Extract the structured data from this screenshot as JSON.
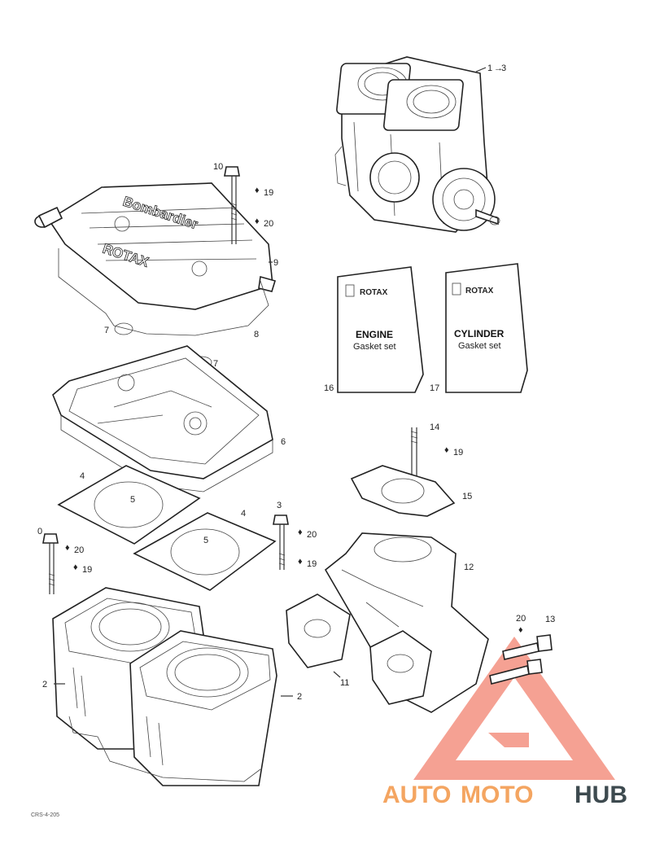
{
  "callouts": {
    "c1": "1",
    "c1b": "3",
    "c2a": "2",
    "c2b": "2",
    "c3": "3",
    "c4a": "4",
    "c4b": "4",
    "c5a": "5",
    "c5b": "5",
    "c6": "6",
    "c7a": "7",
    "c7b": "7",
    "c8": "8",
    "c9": "9",
    "c10": "10",
    "c11": "11",
    "c12": "12",
    "c13": "13",
    "c14": "14",
    "c15": "15",
    "c16": "16",
    "c17": "17",
    "c19a": "19",
    "c19b": "19",
    "c19c": "19",
    "c19d": "19",
    "c20a": "20",
    "c20b": "20",
    "c20c": "20",
    "c20d": "20",
    "c0": "0"
  },
  "gasket_boxes": {
    "engine": {
      "brand": "ROTAX",
      "title": "ENGINE",
      "subtitle": "Gasket set",
      "number": "16"
    },
    "cylinder": {
      "brand": "ROTAX",
      "title": "CYLINDER",
      "subtitle": "Gasket set",
      "number": "17"
    }
  },
  "head_branding": {
    "line1": "Bombardier",
    "line2": "ROTAX"
  },
  "diagram_code": "CRS-4-205",
  "watermark": {
    "part1": "AUTO",
    "part2": "MOTO",
    "part3": "HUB",
    "color_accent": "#f2826f",
    "color_dark": "#3d4a4f"
  }
}
